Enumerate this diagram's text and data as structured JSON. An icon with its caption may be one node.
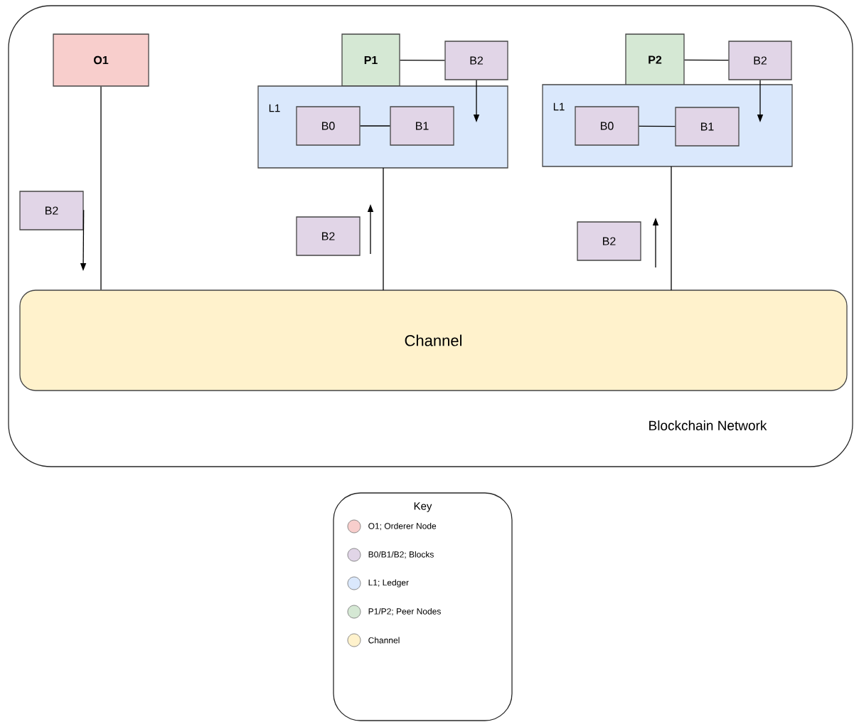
{
  "diagram": {
    "nodes": [
      {
        "text": [
          "Blockchain Network"
        ]
      },
      {
        "text": [
          "O1"
        ],
        "in": 0
      },
      {
        "text": [
          "B2"
        ],
        "in": 0
      },
      {
        "text": [
          "P1"
        ],
        "in": 0
      },
      {
        "text": [
          "B2"
        ],
        "in": 0
      },
      {
        "text": [
          "L1"
        ],
        "in": 0
      },
      {
        "text": [
          "B0"
        ],
        "in": 5
      },
      {
        "text": [
          "B1"
        ],
        "in": 5
      },
      {
        "text": [
          "B2"
        ],
        "in": 0
      },
      {
        "text": [
          "P2"
        ],
        "in": 0
      },
      {
        "text": [
          "B2"
        ],
        "in": 0
      },
      {
        "text": [
          "L1"
        ],
        "in": 0
      },
      {
        "text": [
          "B0"
        ],
        "in": 11
      },
      {
        "text": [
          "B1"
        ],
        "in": 11
      },
      {
        "text": [
          "B2"
        ],
        "in": 0
      },
      {
        "text": [
          "Channel"
        ],
        "in": 0
      },
      {
        "text": [
          "Key"
        ]
      }
    ],
    "edges": [
      {
        "from": 1,
        "to": 15,
        "arrow": "none"
      },
      {
        "from": 2,
        "to": null,
        "arrow": "to"
      },
      {
        "from": 3,
        "to": 4,
        "arrow": "none"
      },
      {
        "from": 4,
        "to": null,
        "arrow": "to"
      },
      {
        "from": 6,
        "to": 7,
        "arrow": "none"
      },
      {
        "from": 5,
        "to": 15,
        "arrow": "none"
      },
      {
        "from": 9,
        "to": 10,
        "arrow": "none"
      },
      {
        "from": 10,
        "to": null,
        "arrow": "to"
      },
      {
        "from": 12,
        "to": 13,
        "arrow": "none"
      },
      {
        "from": 11,
        "to": 15,
        "arrow": "none"
      }
    ],
    "legend": [
      {
        "text": "O1; Orderer Node",
        "color": "#f8cecc"
      },
      {
        "text": "B0/B1/B2; Blocks",
        "color": "#e1d5e7"
      },
      {
        "text": "L1; Ledger",
        "color": "#dae8fc"
      },
      {
        "text": "P1/P2; Peer Nodes",
        "color": "#d5e8d4"
      },
      {
        "text": "Channel",
        "color": "#fff2cc"
      }
    ]
  }
}
